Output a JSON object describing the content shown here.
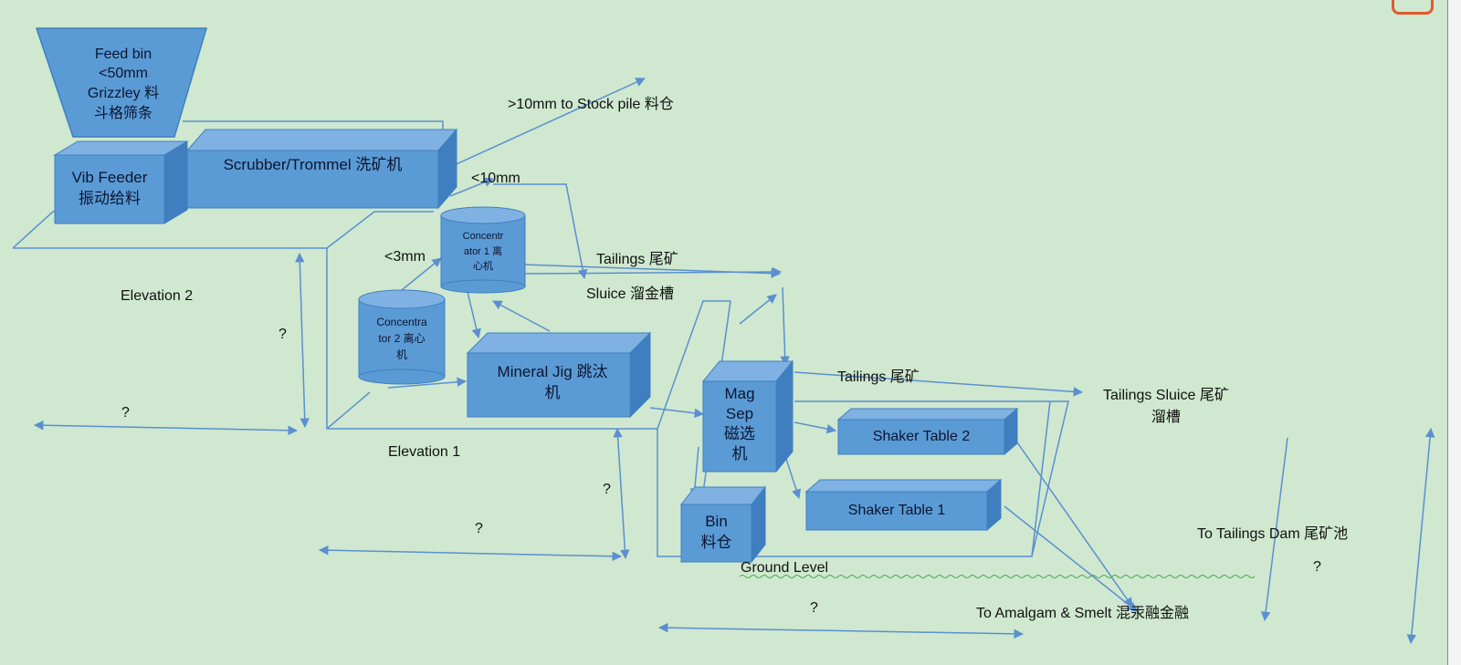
{
  "colors": {
    "background": "#cfe8cf",
    "box_front": "#5b9bd5",
    "box_top": "#7fb2e3",
    "box_side": "#3f7fbf",
    "line": "#5b8fd0"
  },
  "boxes": {
    "feed_bin": "Feed bin\n<50mm\nGrizzley 料\n斗格筛条",
    "vib_feeder": "Vib Feeder\n振动给料",
    "scrubber": "Scrubber/Trommel 洗矿机",
    "concentrator1": "Concentr\nator 1 离\n心机",
    "concentrator2": "Concentra\ntor 2 离心\n机",
    "mineral_jig": "Mineral Jig 跳汰\n机",
    "mag_sep": "Mag\nSep\n磁选\n机",
    "shaker_table_2": "Shaker Table 2",
    "shaker_table_1": "Shaker Table 1",
    "bin": "Bin\n料仓"
  },
  "labels": {
    "stock_pile": ">10mm to Stock pile 料仓",
    "lt10mm": "<10mm",
    "lt3mm": "<3mm",
    "tailings_top": "Tailings 尾矿",
    "sluice": "Sluice 溜金槽",
    "tailings_mid": "Tailings 尾矿",
    "tailings_sluice": "Tailings Sluice 尾矿\n溜槽",
    "elevation2": "Elevation 2",
    "elevation1": "Elevation 1",
    "q1": "?",
    "q2": "?",
    "q3": "?",
    "q4": "?",
    "q5": "?",
    "q6": "?",
    "tailings_dam": "To Tailings Dam 尾矿池",
    "ground_level": "Ground Level",
    "amalgam": "To Amalgam & Smelt 混汞融金融"
  }
}
